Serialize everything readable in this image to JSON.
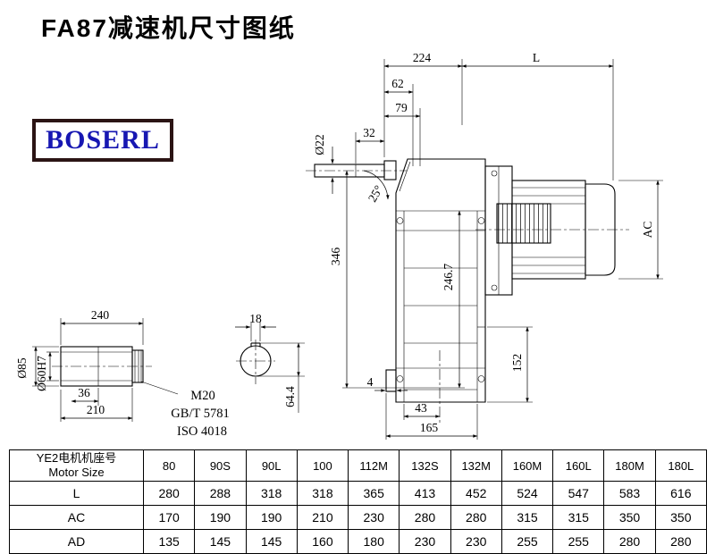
{
  "title": "FA87减速机尺寸图纸",
  "logo": "BOSERL",
  "drawing": {
    "dims": {
      "d224": "224",
      "L": "L",
      "d62": "62",
      "d79": "79",
      "d32": "32",
      "dia22": "Ø22",
      "angle25": "25°",
      "d346": "346",
      "d246": "246.7",
      "ac": "AC",
      "d152": "152",
      "d4": "4",
      "d43": "43",
      "d165": "165",
      "d240": "240",
      "dia85": "Ø85",
      "dia60": "Ø60H7",
      "d36": "36",
      "d210": "210",
      "d18": "18",
      "d64": "64.4"
    },
    "notes": {
      "m20": "M20",
      "gb": "GB/T 5781",
      "iso": "ISO 4018"
    }
  },
  "table": {
    "corner_cn": "YE2电机机座号",
    "corner_en": "Motor Size",
    "columns": [
      "80",
      "90S",
      "90L",
      "100",
      "112M",
      "132S",
      "132M",
      "160M",
      "160L",
      "180M",
      "180L"
    ],
    "rows": [
      {
        "label": "L",
        "values": [
          "280",
          "288",
          "318",
          "318",
          "365",
          "413",
          "452",
          "524",
          "547",
          "583",
          "616"
        ]
      },
      {
        "label": "AC",
        "values": [
          "170",
          "190",
          "190",
          "210",
          "230",
          "280",
          "280",
          "315",
          "315",
          "350",
          "350"
        ]
      },
      {
        "label": "AD",
        "values": [
          "135",
          "145",
          "145",
          "160",
          "180",
          "230",
          "230",
          "255",
          "255",
          "280",
          "280"
        ]
      }
    ]
  }
}
